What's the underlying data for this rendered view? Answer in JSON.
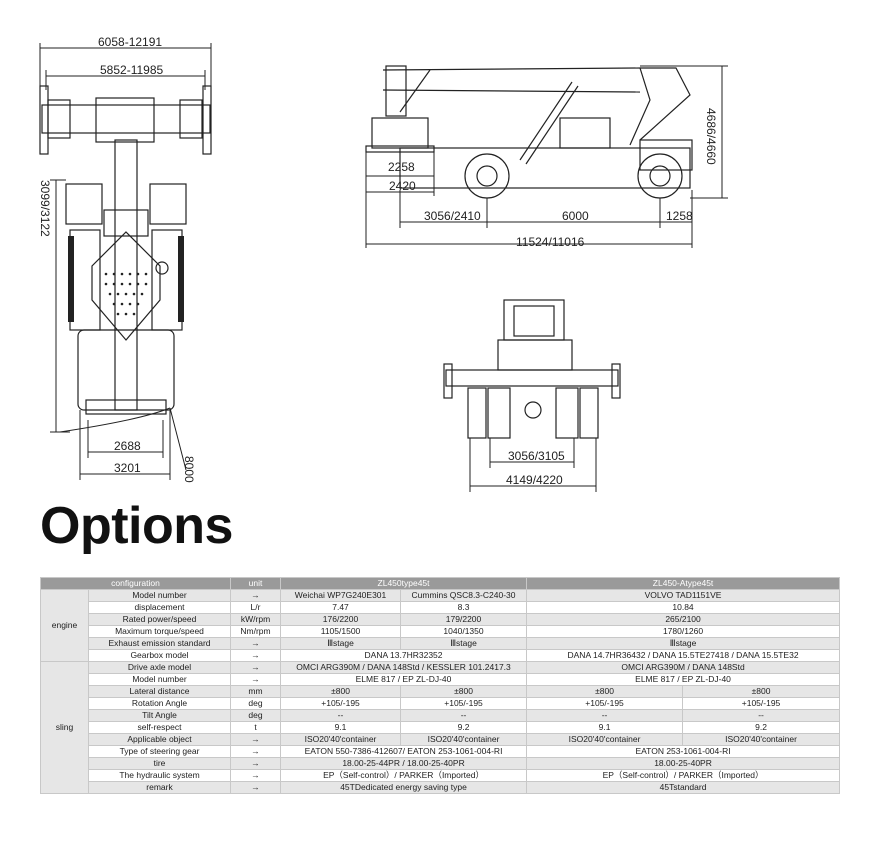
{
  "dimensions": {
    "top_width_outer": "6058-12191",
    "top_width_inner": "5852-11985",
    "top_left_length": "3099/3122",
    "top_bottom_inner": "2688",
    "top_bottom_outer": "3201",
    "top_radius": "8000",
    "side_front_inner": "2258",
    "side_front_outer": "2420",
    "side_height": "4686/4660",
    "side_front_overhang": "3056/2410",
    "side_wheelbase": "6000",
    "side_rear_overhang": "1258",
    "side_total_length": "11524/11016",
    "rear_track": "3056/3105",
    "rear_width": "4149/4220"
  },
  "title": "Options",
  "table": {
    "header": {
      "configuration": "configuration",
      "unit": "unit",
      "model_a": "ZL450type45t",
      "model_b": "ZL450-Atype45t"
    },
    "rows": [
      {
        "group": "engine",
        "item": "Model number",
        "unit": "→",
        "cells": [
          "Weichai WP7G240E301",
          "Cummins QSC8.3-C240-30",
          "VOLVO TAD1151VE"
        ],
        "spans": [
          1,
          1,
          2
        ]
      },
      {
        "group": "",
        "item": "displacement",
        "unit": "L/r",
        "cells": [
          "7.47",
          "8.3",
          "10.84"
        ],
        "spans": [
          1,
          1,
          2
        ]
      },
      {
        "group": "",
        "item": "Rated power/speed",
        "unit": "kW/rpm",
        "cells": [
          "176/2200",
          "179/2200",
          "265/2100"
        ],
        "spans": [
          1,
          1,
          2
        ]
      },
      {
        "group": "",
        "item": "Maximum torque/speed",
        "unit": "Nm/rpm",
        "cells": [
          "1105/1500",
          "1040/1350",
          "1780/1260"
        ],
        "spans": [
          1,
          1,
          2
        ]
      },
      {
        "group": "",
        "item": "Exhaust emission standard",
        "unit": "→",
        "cells": [
          "Ⅲstage",
          "Ⅲstage",
          "Ⅲstage"
        ],
        "spans": [
          1,
          1,
          2
        ]
      },
      {
        "group": "",
        "item": "Gearbox model",
        "unit": "→",
        "cells": [
          "DANA 13.7HR32352",
          "DANA 14.7HR36432 / DANA 15.5TE27418 / DANA 15.5TE32"
        ],
        "spans": [
          2,
          2
        ]
      },
      {
        "group": "sling",
        "item": "Drive axle model",
        "unit": "→",
        "cells": [
          "OMCI ARG390M / DANA 148Std / KESSLER 101.2417.3",
          "OMCI ARG390M / DANA 148Std"
        ],
        "spans": [
          2,
          2
        ]
      },
      {
        "group": "",
        "item": "Model number",
        "unit": "→",
        "cells": [
          "ELME 817 / EP ZL-DJ-40",
          "ELME 817 / EP ZL-DJ-40"
        ],
        "spans": [
          2,
          2
        ]
      },
      {
        "group": "",
        "item": "Lateral distance",
        "unit": "mm",
        "cells": [
          "±800",
          "±800",
          "±800",
          "±800"
        ],
        "spans": [
          1,
          1,
          1,
          1
        ]
      },
      {
        "group": "",
        "item": "Rotation Angle",
        "unit": "deg",
        "cells": [
          "+105/-195",
          "+105/-195",
          "+105/-195",
          "+105/-195"
        ],
        "spans": [
          1,
          1,
          1,
          1
        ]
      },
      {
        "group": "",
        "item": "Tilt Angle",
        "unit": "deg",
        "cells": [
          "--",
          "--",
          "--",
          "--"
        ],
        "spans": [
          1,
          1,
          1,
          1
        ]
      },
      {
        "group": "",
        "item": "self-respect",
        "unit": "t",
        "cells": [
          "9.1",
          "9.2",
          "9.1",
          "9.2"
        ],
        "spans": [
          1,
          1,
          1,
          1
        ]
      },
      {
        "group": "",
        "item": "Applicable object",
        "unit": "→",
        "cells": [
          "ISO20'40'container",
          "ISO20'40'container",
          "ISO20'40'container",
          "ISO20'40'container"
        ],
        "spans": [
          1,
          1,
          1,
          1
        ]
      },
      {
        "group": "",
        "item": "Type of steering gear",
        "unit": "→",
        "cells": [
          "EATON 550-7386-412607/ EATON 253-1061-004-RI",
          "EATON 253-1061-004-RI"
        ],
        "spans": [
          2,
          2
        ]
      },
      {
        "group": "",
        "item": "tire",
        "unit": "→",
        "cells": [
          "18.00-25-44PR / 18.00-25-40PR",
          "18.00-25-40PR"
        ],
        "spans": [
          2,
          2
        ]
      },
      {
        "group": "",
        "item": "The hydraulic system",
        "unit": "→",
        "cells": [
          "EP（Self-control）/ PARKER（Imported）",
          "EP（Self-control）/ PARKER（Imported）"
        ],
        "spans": [
          2,
          2
        ]
      },
      {
        "group": "",
        "item": "remark",
        "unit": "→",
        "cells": [
          "45TDedicated energy saving type",
          "45Tstandard"
        ],
        "spans": [
          2,
          2
        ]
      }
    ]
  },
  "colors": {
    "header_bg": "#9a9a9a",
    "row_shade": "#e6e6e6",
    "line": "#222222"
  }
}
